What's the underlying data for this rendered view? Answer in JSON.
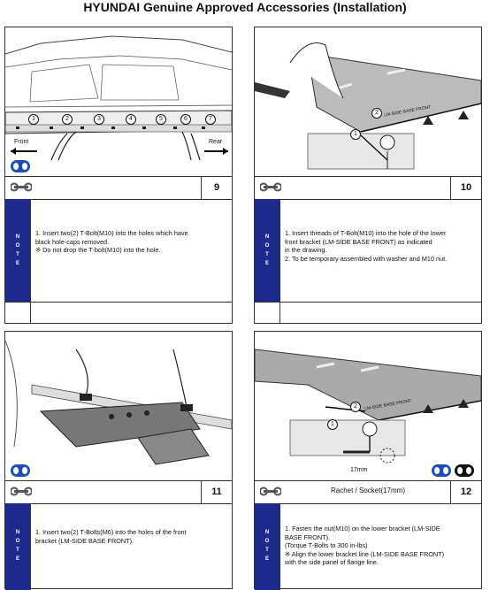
{
  "page_title": "HYUNDAI Genuine Approved Accessories (Installation)",
  "note_letters": [
    "N",
    "O",
    "T",
    "E"
  ],
  "panels": [
    {
      "step": "9",
      "tool": "",
      "callouts": [
        "1",
        "2",
        "3",
        "4",
        "5",
        "6",
        "7"
      ],
      "labels": {
        "front": "Front",
        "rear": "Rear"
      },
      "note_lines": [
        "1. Insert two(2) T-Bolt(M10) into the holes which have",
        "    black hole-caps removed.",
        "※ Do not drop the  T-bolt(M10) into the hole."
      ]
    },
    {
      "step": "10",
      "tool": "",
      "callouts": [
        "1",
        "2"
      ],
      "labels": {
        "lm_side": "LM-SIDE BASE FRONT"
      },
      "note_lines": [
        "1. Insert  threads of T-Bolt(M10) into the hole of the lower",
        "    front bracket (LM-SIDE BASE FRONT) as indicated",
        "    in the drawing.",
        "2. To be temporary assembled with washer and M10 nut."
      ]
    },
    {
      "step": "11",
      "tool": "",
      "callouts": [],
      "labels": {},
      "note_lines": [
        "1. Insert two(2) T-Bolts(M6) into the holes of the front",
        "    bracket (LM-SIDE BASE FRONT)."
      ]
    },
    {
      "step": "12",
      "tool": "Rachet / Socket(17mm)",
      "callouts": [
        "1",
        "2"
      ],
      "labels": {
        "lm_side": "LM-SIDE BASE FRONT",
        "socket": "17mm"
      },
      "note_lines": [
        "1. Fasten the nut(M10) on the lower bracket (LM-SIDE",
        "    BASE FRONT).",
        "    (Torque T-Bolts to 300 in-lbs)",
        "※ Align the lower bracket line (LM-SIDE BASE FRONT)",
        "    with the side panel of flange line."
      ]
    }
  ]
}
